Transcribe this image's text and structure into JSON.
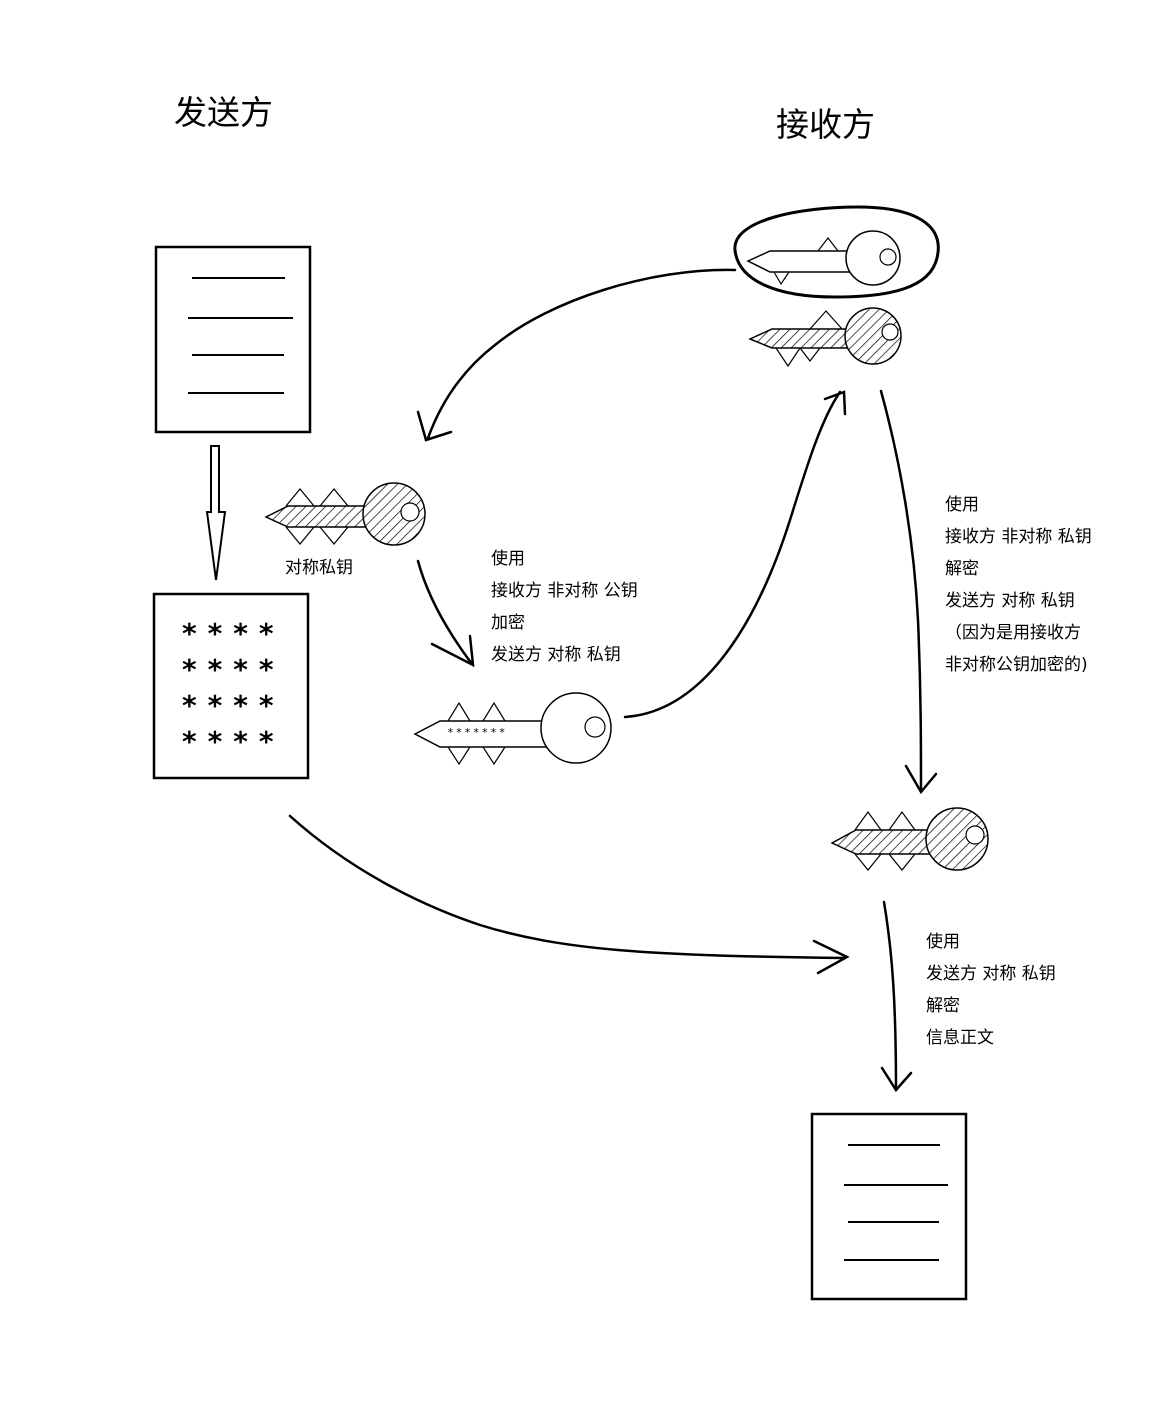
{
  "sender_title": "发送方",
  "receiver_title": "接收方",
  "symmetric_key_label": "对称私钥",
  "step_encrypt_key": {
    "lines": [
      "使用",
      "接收方 非对称 公钥",
      "加密",
      "发送方 对称 私钥"
    ]
  },
  "step_decrypt_key": {
    "lines": [
      "使用",
      "接收方 非对称 私钥",
      "解密",
      "发送方 对称 私钥",
      "（因为是用接收方",
      "非对称公钥加密的)"
    ]
  },
  "step_decrypt_message": {
    "lines": [
      "使用",
      "发送方 对称 私钥",
      "解密",
      "信息正文"
    ]
  },
  "cipher_document": {
    "rows": [
      "****",
      "****",
      "****",
      "****"
    ]
  },
  "encrypted_key_marks": "*******"
}
